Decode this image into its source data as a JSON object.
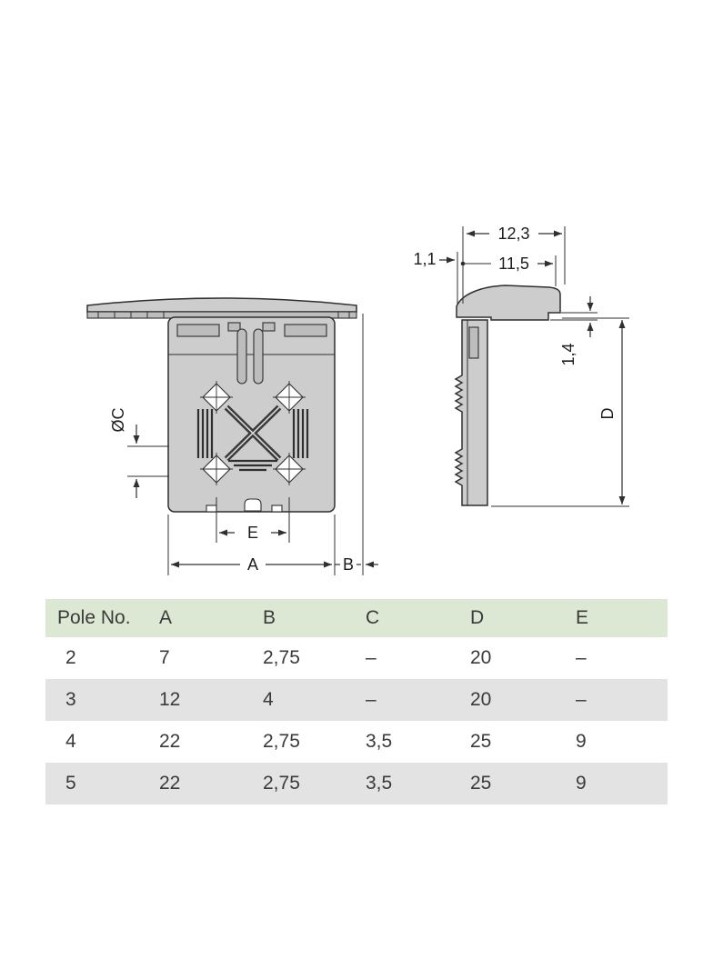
{
  "colors": {
    "line": "#2f2f2f",
    "part_fill": "#cdcdcd",
    "part_fill2": "#bdbdbd",
    "header_bg": "#dde8d4",
    "row_alt_bg": "#e3e3e3",
    "row_bg": "#ffffff"
  },
  "figure": {
    "dims": {
      "c": "ØC",
      "e": "E",
      "a": "A",
      "b": "B",
      "d": "D",
      "w1": "1,1",
      "w2": "12,3",
      "w3": "11,5",
      "w4": "1,4"
    }
  },
  "table": {
    "headers": [
      "Pole No.",
      "A",
      "B",
      "C",
      "D",
      "E"
    ],
    "rows": [
      [
        "2",
        "7",
        "2,75",
        "–",
        "20",
        "–"
      ],
      [
        "3",
        "12",
        "4",
        "–",
        "20",
        "–"
      ],
      [
        "4",
        "22",
        "2,75",
        "3,5",
        "25",
        "9"
      ],
      [
        "5",
        "22",
        "2,75",
        "3,5",
        "25",
        "9"
      ]
    ]
  }
}
